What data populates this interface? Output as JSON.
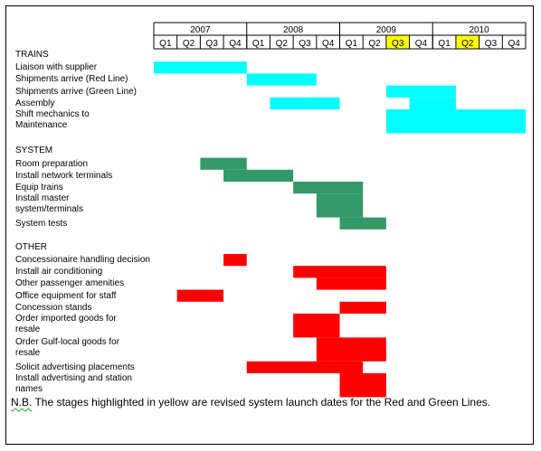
{
  "chart_data": {
    "type": "gantt",
    "years": [
      {
        "label": "2007",
        "quarters": [
          "Q1",
          "Q2",
          "Q3",
          "Q4"
        ]
      },
      {
        "label": "2008",
        "quarters": [
          "Q1",
          "Q2",
          "Q3",
          "Q4"
        ]
      },
      {
        "label": "2009",
        "quarters": [
          "Q1",
          "Q2",
          "Q3",
          "Q4"
        ]
      },
      {
        "label": "2010",
        "quarters": [
          "Q1",
          "Q2",
          "Q3",
          "Q4"
        ]
      }
    ],
    "highlighted_quarters": [
      "2009 Q3",
      "2010 Q2"
    ],
    "highlight_color": "#ffff00",
    "sections": [
      {
        "name": "TRAINS",
        "color": "#00ffff",
        "tasks": [
          {
            "label": "Liaison with supplier",
            "start": 0,
            "end": 4
          },
          {
            "label": "Shipments arrive (Red Line)",
            "start": 4,
            "end": 7
          },
          {
            "label": "Shipments arrive (Green Line)",
            "start": 10,
            "end": 13
          },
          {
            "label": "Assembly",
            "segments": [
              [
                5,
                8
              ],
              [
                11,
                13
              ]
            ]
          },
          {
            "label": "Shift mechanics to\nMaintenance",
            "start": 10,
            "end": 16
          }
        ]
      },
      {
        "name": "SYSTEM",
        "color": "#339966",
        "tasks": [
          {
            "label": "Room preparation",
            "start": 2,
            "end": 4
          },
          {
            "label": "Install network terminals",
            "start": 3,
            "end": 6
          },
          {
            "label": "Equip trains",
            "start": 6,
            "end": 9
          },
          {
            "label": "Install master\nsystem/terminals",
            "start": 7,
            "end": 9
          },
          {
            "label": "System tests",
            "start": 8,
            "end": 10
          }
        ]
      },
      {
        "name": "OTHER",
        "color": "#ff0000",
        "tasks": [
          {
            "label": "Concessionaire handling decision",
            "start": 3,
            "end": 4
          },
          {
            "label": "Install air conditioning",
            "start": 6,
            "end": 10
          },
          {
            "label": "Other passenger amenities",
            "start": 7,
            "end": 10
          },
          {
            "label": "Office equipment for staff",
            "start": 1,
            "end": 3
          },
          {
            "label": "Concession stands",
            "start": 8,
            "end": 10
          },
          {
            "label": "Order imported goods for\nresale",
            "start": 6,
            "end": 8
          },
          {
            "label": "Order Gulf-local goods for\nresale",
            "start": 7,
            "end": 10
          },
          {
            "label": "Solicit advertising placements",
            "start": 4,
            "end": 9
          },
          {
            "label": "Install advertising and station\nnames",
            "start": 8,
            "end": 10
          }
        ]
      }
    ]
  },
  "note": {
    "prefix": "N.B.",
    "text": " The stages highlighted in yellow are revised system launch dates for the Red and Green Lines."
  }
}
